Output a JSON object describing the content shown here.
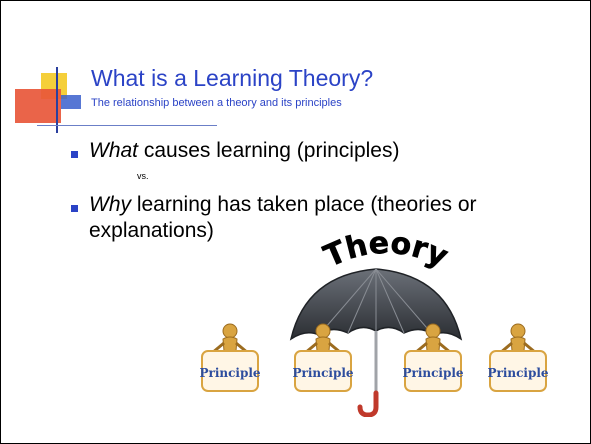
{
  "slide": {
    "title": "What is a Learning Theory?",
    "subtitle": "The relationship between a theory and its principles",
    "bullet_1": {
      "italic": "What",
      "rest": " causes learning (principles)"
    },
    "vs_text": "vs.",
    "bullet_2": {
      "italic": "Why",
      "line1_rest": " learning has taken place (theories or",
      "line2": "explanations)"
    },
    "graphic": {
      "arc_label": "Theory",
      "sign_labels": [
        "Principle",
        "Principle",
        "Principle",
        "Principle"
      ]
    }
  },
  "colors": {
    "accent_blue": "#2b43c6",
    "deco_yellow": "#f5cf3a",
    "deco_red": "#e8573a",
    "umbrella": "#3b3f46",
    "handle": "#c0392b",
    "figure": "#d9a441",
    "sign_text": "#2d4d9e"
  }
}
